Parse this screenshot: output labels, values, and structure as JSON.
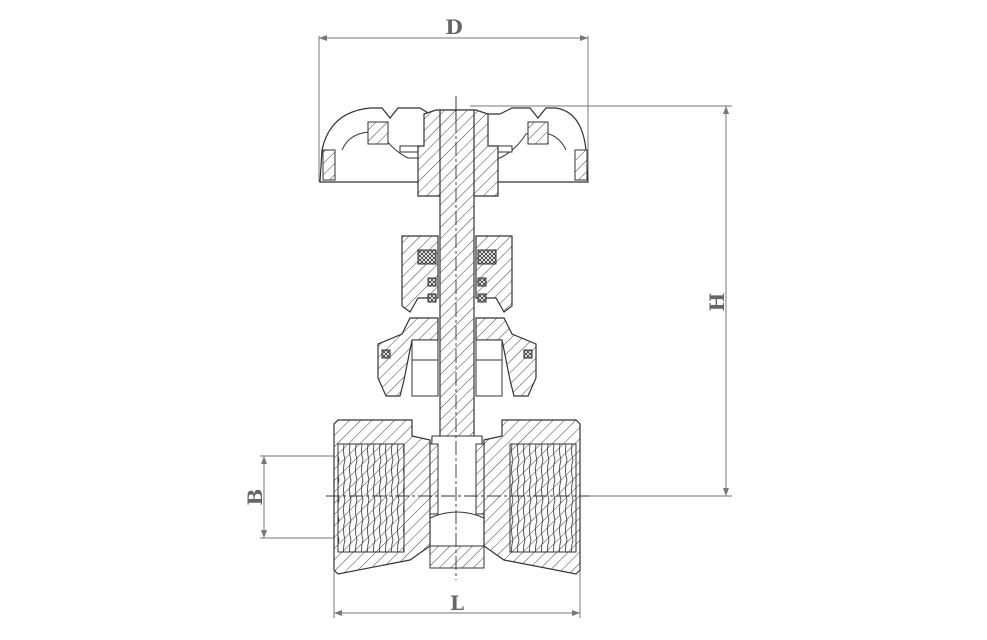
{
  "diagram": {
    "type": "technical-section-drawing",
    "subject": "gate valve with handwheel (cross-section)",
    "colors": {
      "line": "#333333",
      "dimension": "#777777",
      "background": "#ffffff"
    },
    "dimensions": {
      "D": {
        "label": "D",
        "meaning": "handwheel diameter"
      },
      "H": {
        "label": "H",
        "meaning": "height from pipe axis to top of stem"
      },
      "B": {
        "label": "B",
        "meaning": "bore / thread size"
      },
      "L": {
        "label": "L",
        "meaning": "body length"
      }
    }
  }
}
